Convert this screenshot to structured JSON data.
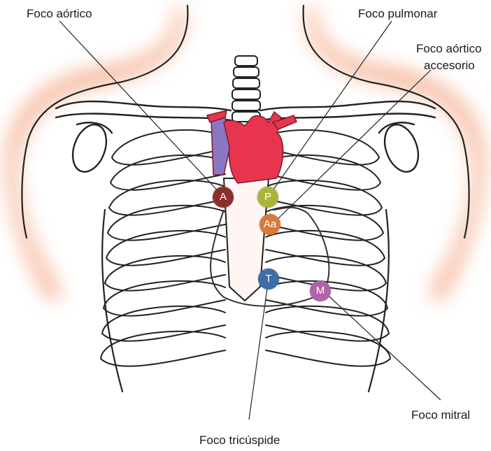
{
  "labels": {
    "aortic": "Foco aórtico",
    "pulmonary": "Foco pulmonar",
    "accessory_line1": "Foco aórtico",
    "accessory_line2": "accesorio",
    "tricuspid": "Foco tricúspide",
    "mitral": "Foco mitral"
  },
  "markers": {
    "aortic": {
      "letter": "A",
      "color": "#8b2f2a"
    },
    "pulmonary": {
      "letter": "P",
      "color": "#a9b53a"
    },
    "accessory": {
      "letter": "Aa",
      "color": "#d97a3a"
    },
    "tricuspid": {
      "letter": "T",
      "color": "#3f6ea6"
    },
    "mitral": {
      "letter": "M",
      "color": "#b064a8"
    }
  },
  "colors": {
    "skin_glow": "#f3a07a",
    "heart": "#e8354f",
    "vein": "#8a76c4",
    "outline": "#222222"
  }
}
